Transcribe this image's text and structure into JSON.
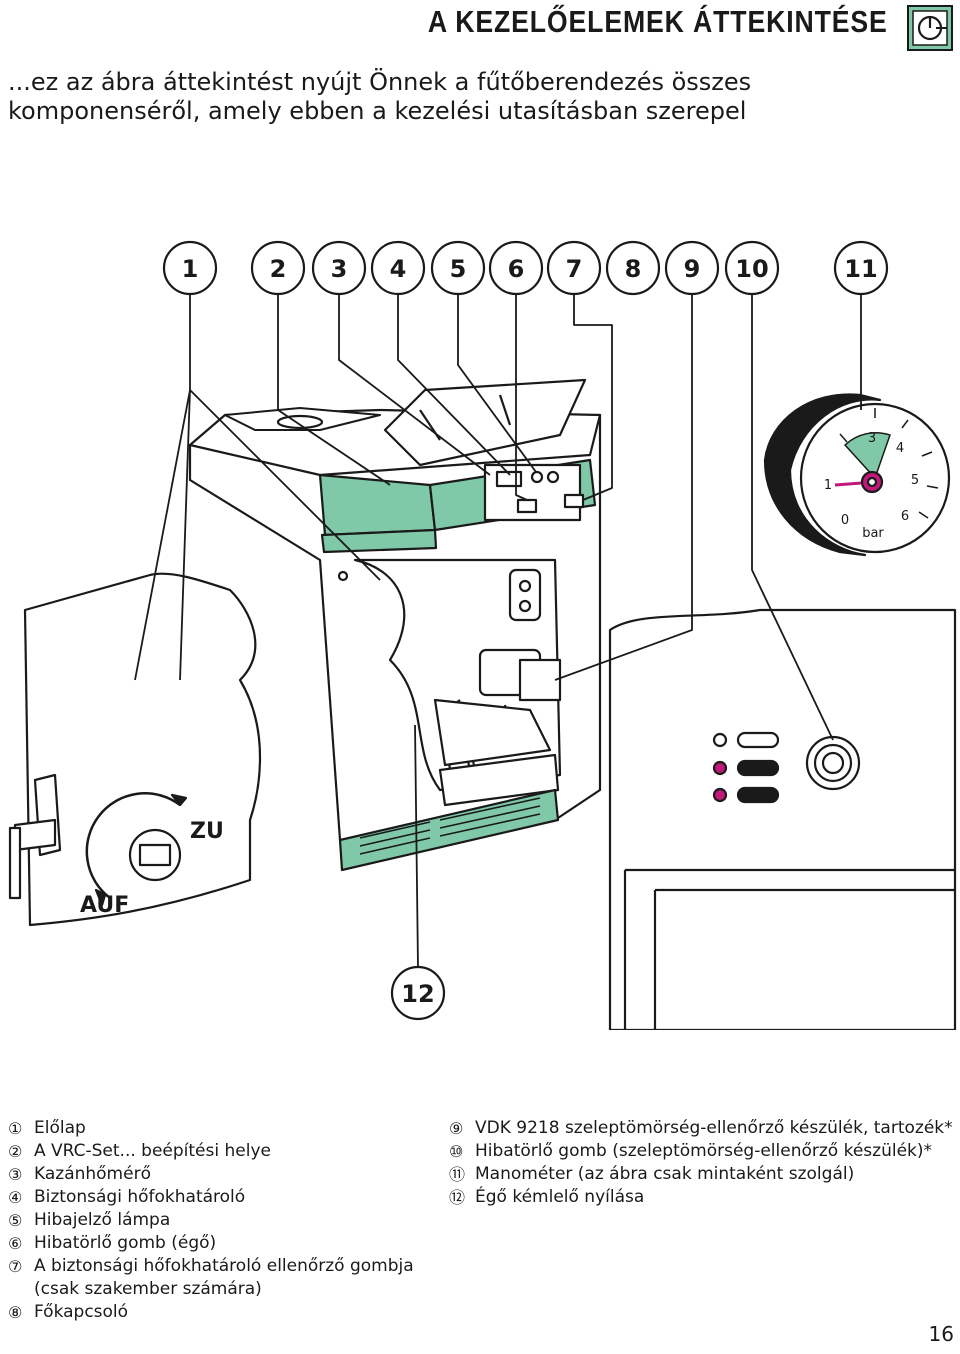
{
  "header": {
    "title": "A KEZELŐELEMEK ÁTTEKINTÉSE",
    "icon": "control-dial-icon",
    "accent_color": "#7fc9a9"
  },
  "subtitle": {
    "line1": "...ez az ábra áttekintést nyújt Önnek a fűtőberendezés összes",
    "line2": "komponenséről, amely ebben a kezelési utasításban szerepel"
  },
  "figure": {
    "callouts": [
      "1",
      "2",
      "3",
      "4",
      "5",
      "6",
      "7",
      "8",
      "9",
      "10",
      "11",
      "12"
    ],
    "valve_labels": {
      "close": "ZU",
      "open": "AUF"
    },
    "gauge": {
      "unit": "bar",
      "ticks": [
        "0",
        "1",
        "3",
        "4",
        "5",
        "6"
      ],
      "pointer_value": 1.5
    },
    "colors": {
      "panel": "#7fc9a9",
      "indicator": "#c2187a",
      "line": "#1a1a1a"
    }
  },
  "legend": {
    "left": [
      {
        "num": "①",
        "text": "Előlap"
      },
      {
        "num": "②",
        "text": "A VRC-Set... beépítési helye"
      },
      {
        "num": "③",
        "text": "Kazánhőmérő"
      },
      {
        "num": "④",
        "text": "Biztonsági hőfokhatároló"
      },
      {
        "num": "⑤",
        "text": "Hibajelző lámpa"
      },
      {
        "num": "⑥",
        "text": "Hibatörlő gomb (égő)"
      },
      {
        "num": "⑦",
        "text": "A biztonsági hőfokhatároló ellenőrző gombja"
      },
      {
        "num": "",
        "text": "(csak szakember számára)"
      },
      {
        "num": "⑧",
        "text": "Főkapcsoló"
      }
    ],
    "right": [
      {
        "num": "⑨",
        "text": "VDK 9218 szeleptömörség-ellenőrző készülék, tartozék*"
      },
      {
        "num": "⑩",
        "text": "Hibatörlő gomb (szeleptömörség-ellenőrző készülék)*"
      },
      {
        "num": "⑪",
        "text": "Manométer (az ábra csak mintaként szolgál)"
      },
      {
        "num": "⑫",
        "text": "Égő kémlelő nyílása"
      }
    ]
  },
  "page_number": "16"
}
